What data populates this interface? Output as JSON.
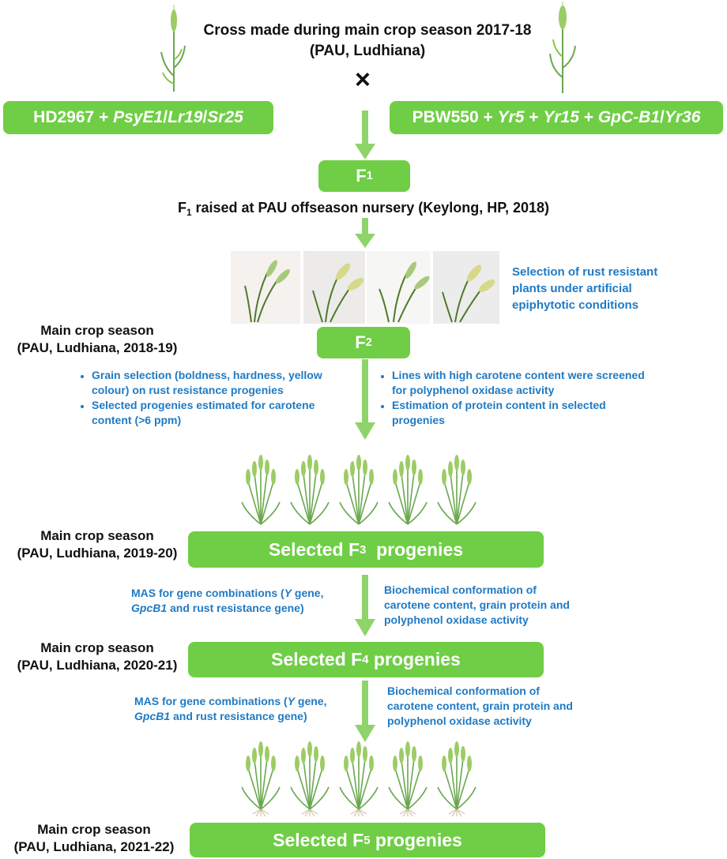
{
  "top": {
    "title_line1": "Cross made during main crop season 2017-18",
    "title_line2": "(PAU, Ludhiana)",
    "cross_symbol": "×"
  },
  "parents": {
    "left": {
      "base": "HD2967",
      "plus": " + ",
      "genes": [
        "PsyE1",
        "Lr19",
        "Sr25"
      ],
      "sep": "/"
    },
    "right": {
      "base": "PBW550",
      "plus": " + ",
      "genes": [
        "Yr5",
        "Yr15",
        "GpC-B1",
        "Yr36"
      ]
    }
  },
  "f1": {
    "label": "F",
    "sub": "1",
    "note_prefix": "F",
    "note_sub": "1",
    "note": " raised at PAU offseason nursery (Keylong, HP, 2018)"
  },
  "f2_selection_note": "Selection of rust resistant plants under artificial epiphytotic conditions",
  "f2": {
    "label": "F",
    "sub": "2"
  },
  "season_f2": {
    "line1": "Main crop season",
    "line2": "(PAU, Ludhiana, 2018-19)"
  },
  "f2_left_bullets": [
    "Grain selection (boldness, hardness, yellow colour) on rust resistance progenies",
    "Selected progenies estimated for carotene content (>6 ppm)"
  ],
  "f2_right_bullets": [
    "Lines with high carotene content were screened for polyphenol oxidase activity",
    "Estimation of protein content in selected progenies"
  ],
  "f3": {
    "pre": "Selected F",
    "sub": "3",
    "post": "  progenies"
  },
  "season_f3": {
    "line1": "Main crop season",
    "line2": "(PAU, Ludhiana, 2019-20)"
  },
  "mas1": {
    "a": "MAS for gene combinations (",
    "y": "Y",
    "b": " gene,",
    "gpc": "GpcB1",
    "c": " and rust resistance gene)"
  },
  "bio1": "Biochemical conformation of carotene content, grain protein and polyphenol oxidase activity",
  "f4": {
    "pre": "Selected F",
    "sub": "4",
    "post": " progenies"
  },
  "season_f4": {
    "line1": "Main crop season",
    "line2": "(PAU, Ludhiana, 2020-21)"
  },
  "mas2": {
    "a": "MAS for gene combinations (",
    "y": "Y",
    "b": " gene,",
    "gpc": "GpcB1",
    "c": " and rust resistance gene)"
  },
  "bio2": "Biochemical conformation of carotene content, grain protein and polyphenol oxidase activity",
  "f5": {
    "pre": "Selected F",
    "sub": "5",
    "post": " progenies"
  },
  "season_f5": {
    "line1": "Main crop season",
    "line2": "(PAU, Ludhiana, 2021-22)"
  },
  "colors": {
    "box": "#6fce45",
    "arrow": "#8fd46a",
    "blue_text": "#1f7ac4"
  }
}
